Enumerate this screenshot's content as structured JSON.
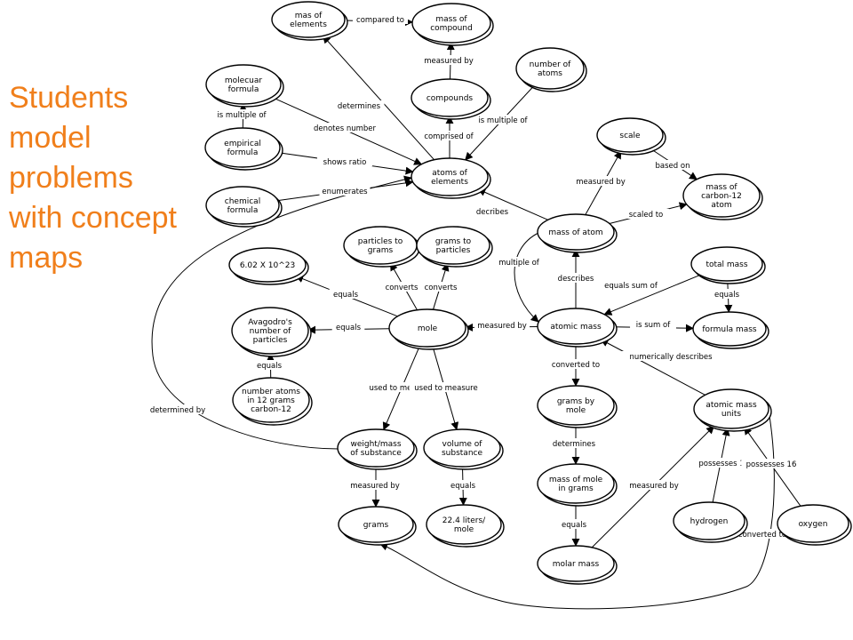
{
  "title": {
    "lines": [
      "Students",
      "model",
      "problems",
      "with concept",
      "maps"
    ]
  },
  "nodes": {
    "mas_elements": "mas of|elements",
    "mass_compound": "mass of|compound",
    "compounds": "compounds",
    "number_atoms": "number of|atoms",
    "molecular_formula": "molecuar|formula",
    "empirical_formula": "empirical|formula",
    "chemical_formula": "chemical|formula",
    "atoms_elements": "atoms of|elements",
    "scale": "scale",
    "carbon12": "mass of|carbon-12|atom",
    "mass_atom": "mass of atom",
    "total_mass": "total mass",
    "formula_mass": "formula mass",
    "atomic_mass": "atomic mass",
    "particles_grams": "particles to|grams",
    "grams_particles": "grams to|particles",
    "avogadro_value": "6.02 X 10^23",
    "avogadro_number": "Avagodro's|number of|particles",
    "mole": "mole",
    "number_atoms_12g": "number atoms|in 12 grams|carbon-12",
    "weight_substance": "weight/mass|of substance",
    "volume_substance": "volume of|substance",
    "grams_by_mole": "grams by|mole",
    "amu": "atomic mass|units",
    "mass_mole_grams": "mass of mole|in grams",
    "grams": "grams",
    "liters_mole": "22.4 liters/|mole",
    "hydrogen": "hydrogen",
    "oxygen": "oxygen",
    "molar_mass": "molar mass"
  },
  "edge_labels": {
    "compared_to": "compared to",
    "measured_by_compound": "measured by",
    "determines_mas": "determines",
    "is_multiple_of_molecular": "is multiple of",
    "denotes_number": "denotes number",
    "comprised_of": "comprised of",
    "is_multiple_of_atoms": "is multiple of",
    "shows_ratio": "shows ratio",
    "enumerates": "enumerates",
    "measured_by_scale": "measured by",
    "based_on": "based on",
    "decribes": "decribes",
    "scaled_to": "scaled to",
    "multiple_of": "multiple of",
    "describes": "describes",
    "equals_sum_of": "equals sum of",
    "equals_total": "equals",
    "converts_left": "converts",
    "converts_right": "converts",
    "equals_avogadro_value": "equals",
    "equals_mole": "equals",
    "measured_by_atomic": "measured by",
    "is_sum_of": "is sum of",
    "equals_number_atoms": "equals",
    "converted_to_grams_mole": "converted to",
    "numerically_describes": "numerically describes",
    "determined_by": "determined by",
    "used_to_measure_weight": "used to mea",
    "used_to_measure_volume": "used to measure",
    "determines_mole_mass": "determines",
    "measured_by_grams": "measured by",
    "equals_liters": "equals",
    "equals_molar": "equals",
    "measured_by_amu": "measured by",
    "possesses_1": "possesses 1",
    "possesses_16": "possesses 16",
    "converted_to_bottom": "converted to"
  }
}
